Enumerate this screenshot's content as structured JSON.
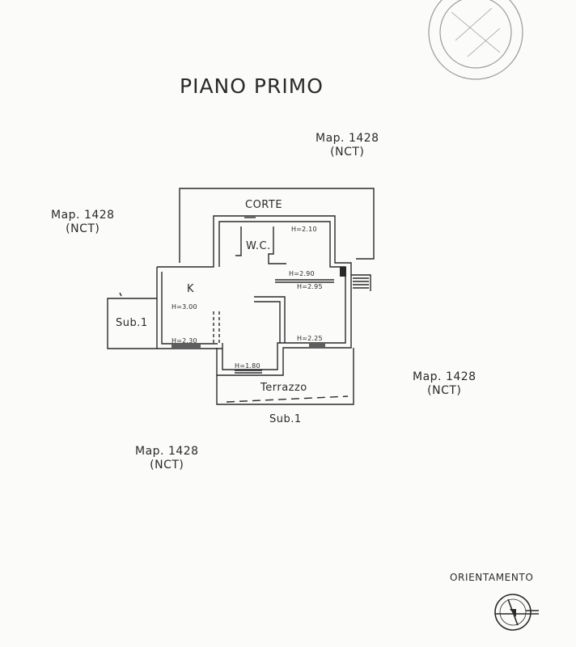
{
  "title": "PIANO PRIMO",
  "parcels": {
    "north": {
      "line1": "Map. 1428",
      "line2": "(NCT)"
    },
    "west": {
      "line1": "Map. 1428",
      "line2": "(NCT)"
    },
    "east": {
      "line1": "Map. 1428",
      "line2": "(NCT)"
    },
    "southwest": {
      "line1": "Map. 1428",
      "line2": "(NCT)"
    }
  },
  "rooms": {
    "corte": "CORTE",
    "wc": "W.C.",
    "kitchen": "K",
    "sub_left": "Sub.1",
    "terrazzo": "Terrazzo",
    "sub_bottom": "Sub.1"
  },
  "heights": {
    "h210": "H=2.10",
    "h290": "H=2.90",
    "h295": "H=2.95",
    "h300": "H=3.00",
    "h230": "H=2.30",
    "h225": "H=2.25",
    "h180": "H=1.80"
  },
  "orientation_label": "ORIENTAMENTO",
  "colors": {
    "ink": "#2a2a2a",
    "paper": "#fbfbfa",
    "stamp": "#9a9a9a"
  }
}
